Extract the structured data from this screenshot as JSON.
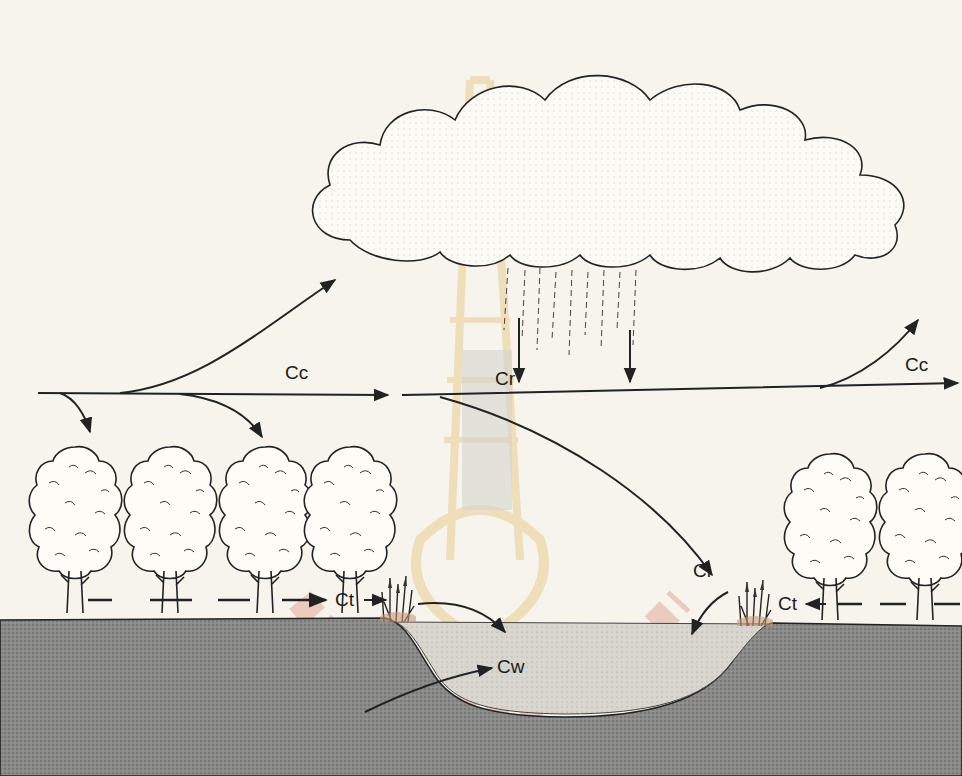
{
  "diagram": {
    "labels": [
      "Cc",
      "Cr",
      "Cc",
      "Ct",
      "Cl",
      "Ct",
      "Cw"
    ]
  }
}
